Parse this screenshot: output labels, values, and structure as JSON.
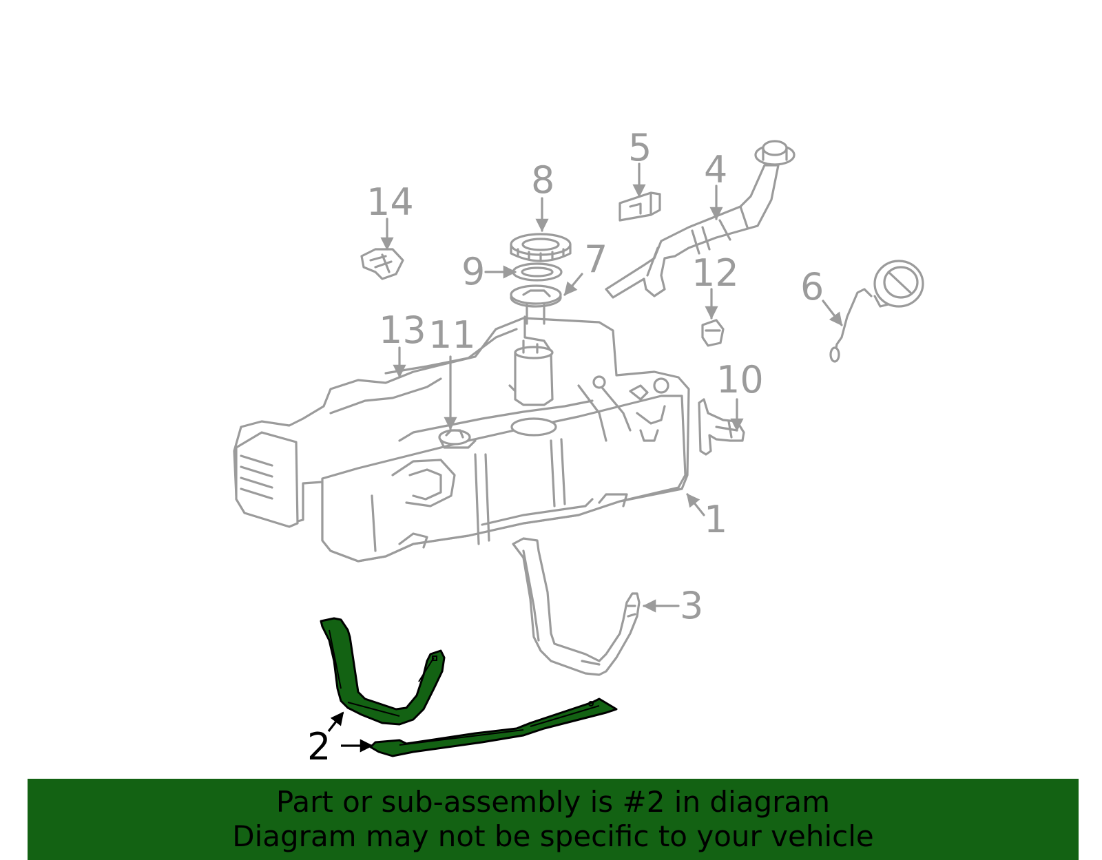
{
  "colors": {
    "highlight": "#136213",
    "parts_line": "#9b9b9b",
    "banner_bg": "#136213",
    "callout_gray": "#9b9b9b",
    "callout_black": "#000000"
  },
  "callouts": {
    "c1": "1",
    "c2": "2",
    "c3": "3",
    "c4": "4",
    "c5": "5",
    "c6": "6",
    "c7": "7",
    "c8": "8",
    "c9": "9",
    "c10": "10",
    "c11": "11",
    "c12": "12",
    "c13": "13",
    "c14": "14"
  },
  "banner": {
    "line1": "Part or sub-assembly is #2 in diagram",
    "line2": "Diagram may not be specific to your vehicle"
  }
}
